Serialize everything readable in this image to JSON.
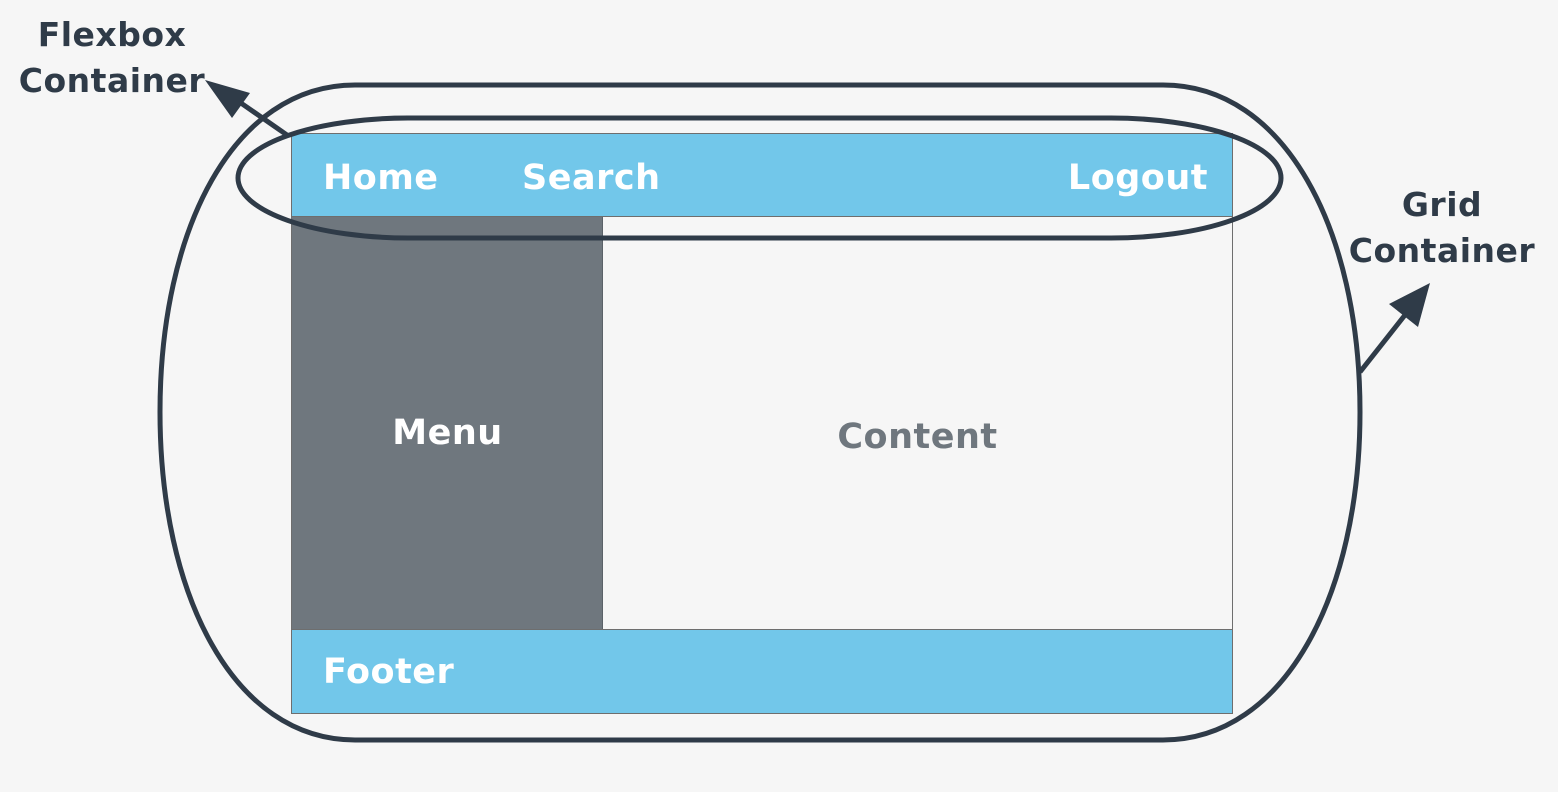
{
  "annotations": {
    "flexbox": [
      "Flexbox",
      "Container"
    ],
    "grid": [
      "Grid",
      "Container"
    ]
  },
  "layout": {
    "header": {
      "home": "Home",
      "search": "Search",
      "logout": "Logout"
    },
    "menu": "Menu",
    "content": "Content",
    "footer": "Footer"
  },
  "colors": {
    "header_footer": "#72c7ea",
    "menu": "#6f777e",
    "content_text": "#6f777e",
    "outline": "#2f3b48",
    "background": "#f6f6f6"
  }
}
